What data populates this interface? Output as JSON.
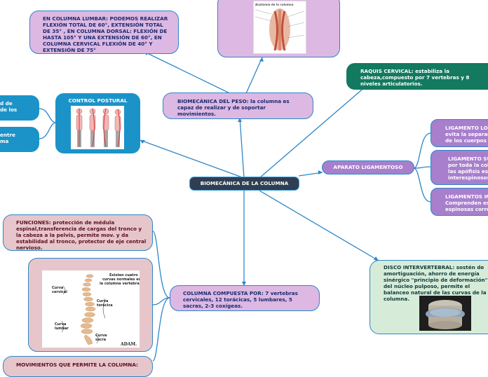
{
  "center": {
    "label": "BIOMECÁNICA DE LA COLUMNA"
  },
  "lumbar": {
    "text": "EN COLUMNA LUMBAR: PODEMOS REALIZAR FLEXIÓN TOTAL DE 60°,  EXTENSIÓN TOTAL DE 35° , EN COLUMNA DORSAL: FLEXIÓN DE HASTA 105° Y UNA EXTENSIÓN DE 60°, EN COLUMNA CERVICAL FLEXIÓN DE 40° Y EXTENSIÓN DE 75°"
  },
  "peso": {
    "text": "BIOMECÁNICA DEL PESO: la columna es capaz de realizar y de soportar movimientos."
  },
  "control": {
    "label": "CONTROL POSTURAL"
  },
  "left_blue": [
    {
      "text": "d de\nde los"
    },
    {
      "text": "entre\nma"
    }
  ],
  "raquis": {
    "text": "RAQUIS CERVICAL: estabiliza la cabeza,compuesto por 7 vertebras y 8 niveles articulatorios."
  },
  "aparato": {
    "label": "APARATO LIGAMENTOSO"
  },
  "ligamentos": [
    {
      "text": "LIGAMENTO LON\nevita la separaci\nde los cuerpos v"
    },
    {
      "text": "LIGAMENTO SU\npor toda la colu\nlas apófisis esp\ninterespinosos"
    },
    {
      "text": "LIGAMENTOS IN\nComprenden esp\nespinosas corre"
    }
  ],
  "funciones": {
    "text": "FUNCIONES: protección de médula espinal,transferencia de cargas del tronco y la cabeza a la pelvis, permite mov. y da estabilidad al tronco, protector de eje central nervioso."
  },
  "disco": {
    "text": "DISCO INTERVERTEBRAL: sostén de amortiguación, ahorro de energía sinérgico \"principio de deformación\" del núcleo pulposo, permite el balanceo natural de las curvas de la columna."
  },
  "compuesta": {
    "text": "COLUMNA COMPUESTA POR: 7 vertebras cervicales, 12 torácicas, 5 lumbares, 5 sacras, 2-3 coxígeas."
  },
  "movimientos": {
    "text": "MOVIMIENTOS QUE PERMITE LA COLUMNA:"
  },
  "spine_figure": {
    "note": "Existen cuatro curvas normales en la columna vertebral",
    "labels": [
      "Curva cervical",
      "Curva torácica",
      "Curva lumbar",
      "Curva sacra"
    ],
    "brand": "ADAM."
  },
  "anatomy_image": {
    "caption": "Anatomía de la columna"
  },
  "colors": {
    "line": "#2d86c8",
    "purple": "#dcb8e3",
    "violet": "#a87fcd",
    "pink": "#e7c6cb",
    "green": "#d6ecd9",
    "teal": "#13795f",
    "blue": "#1b93c8",
    "center": "#2f3f53"
  }
}
